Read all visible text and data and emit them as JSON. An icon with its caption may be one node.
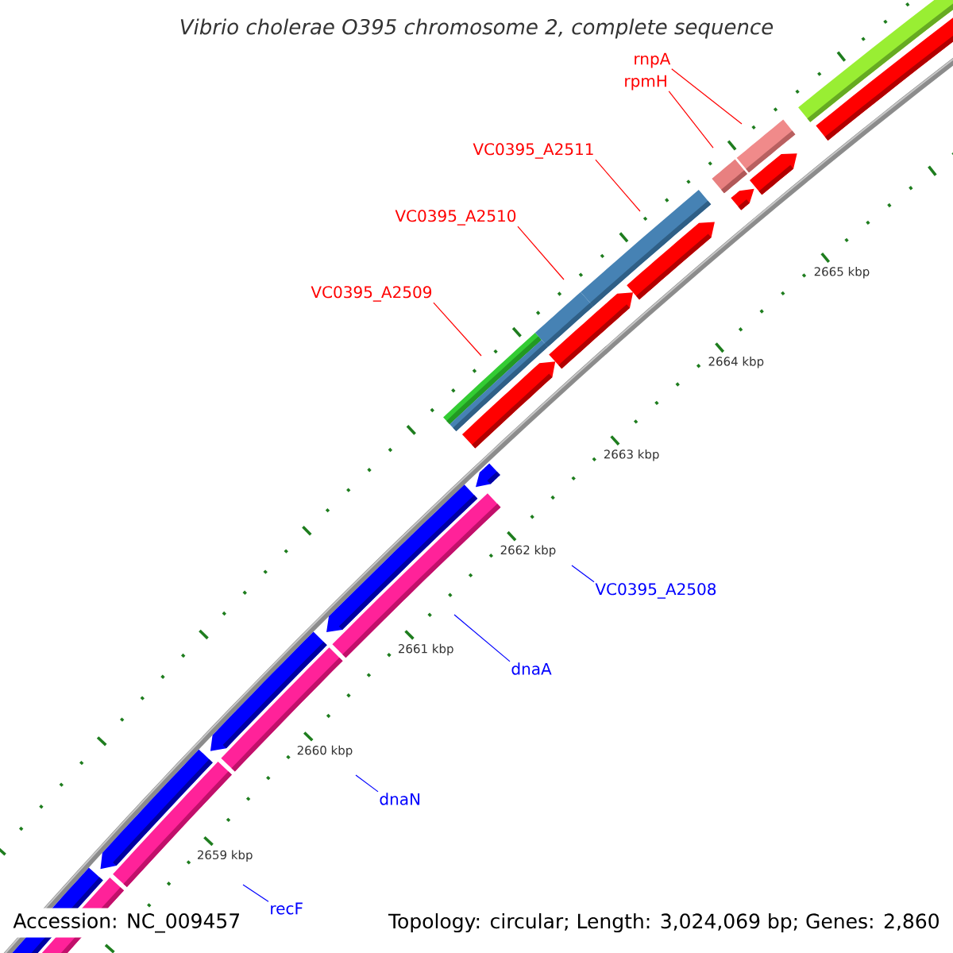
{
  "diagram": {
    "title": "Vibrio cholerae O395 chromosome 2, complete sequence",
    "nodes": [
      {
        "text": [
          "rnpA"
        ]
      },
      {
        "text": [
          "rpmH"
        ]
      },
      {
        "text": [
          "VC0395_A2511"
        ]
      },
      {
        "text": [
          "VC0395_A2510"
        ]
      },
      {
        "text": [
          "VC0395_A2509"
        ]
      },
      {
        "text": [
          "VC0395_A2508"
        ]
      },
      {
        "text": [
          "dnaA"
        ]
      },
      {
        "text": [
          "dnaN"
        ]
      },
      {
        "text": [
          "recF"
        ]
      }
    ],
    "edges": [
      {
        "from": 0,
        "to": null,
        "arrow": "none"
      },
      {
        "from": 1,
        "to": null,
        "arrow": "none"
      },
      {
        "from": 2,
        "to": null,
        "arrow": "none"
      },
      {
        "from": 3,
        "to": null,
        "arrow": "none"
      },
      {
        "from": 4,
        "to": null,
        "arrow": "none"
      },
      {
        "from": 5,
        "to": null,
        "arrow": "none",
        "color": "#0000ff"
      },
      {
        "from": 6,
        "to": null,
        "arrow": "none",
        "color": "#0000ff"
      },
      {
        "from": 7,
        "to": null,
        "arrow": "none",
        "color": "#0000ff"
      },
      {
        "from": 8,
        "to": null,
        "arrow": "none",
        "color": "#0000ff"
      }
    ],
    "labels": [
      "2665 kbp",
      "2664 kbp",
      "2663 kbp",
      "2662 kbp",
      "2661 kbp",
      "2660 kbp",
      "2659 kbp",
      "Accession: NC_009457",
      "Topology: circular; Length: 3,024,069 bp; Genes: 2,860"
    ]
  }
}
